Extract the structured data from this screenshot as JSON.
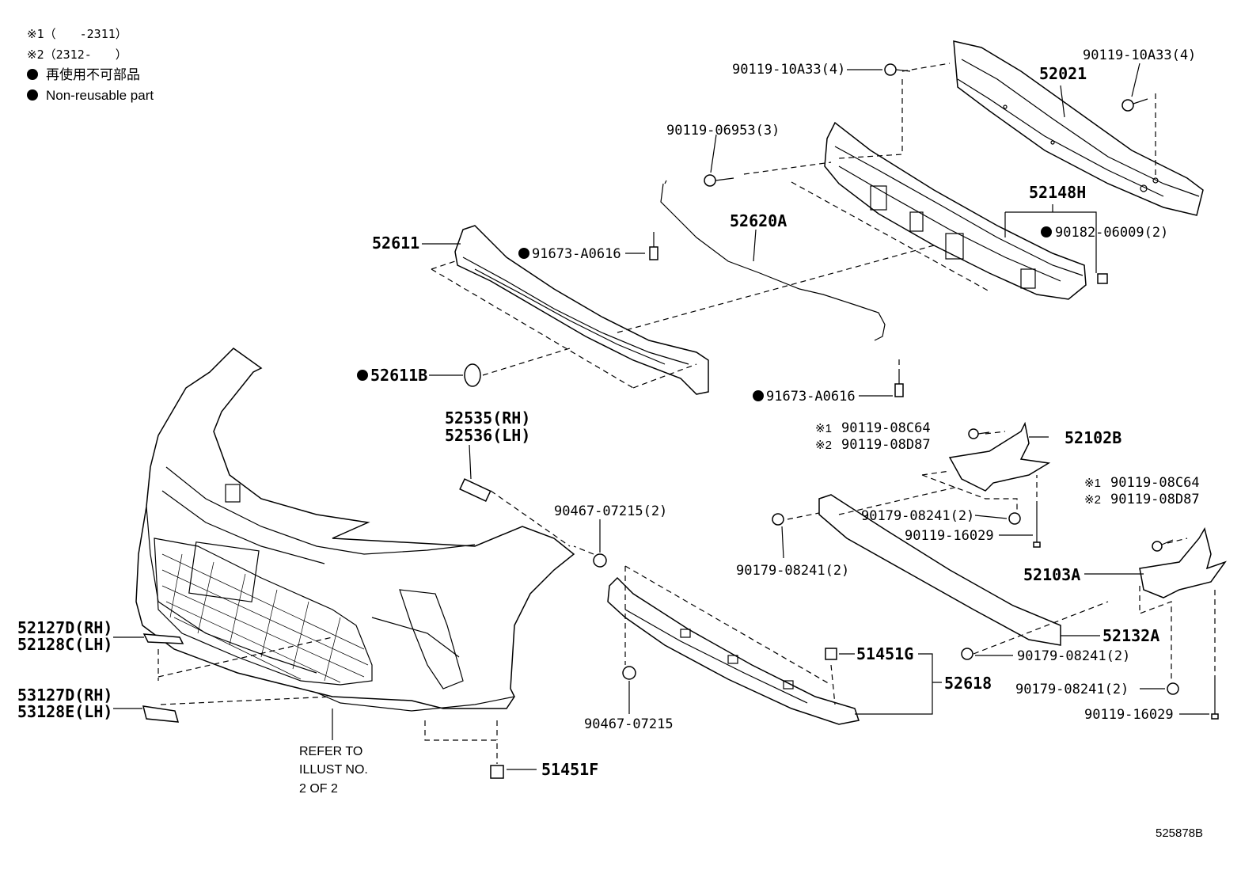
{
  "legend": {
    "note1": "※1（　　-2311）",
    "note2": "※2（2312-　　）",
    "nonreusable_jp": "再使用不可部品",
    "nonreusable_en": "Non-reusable part"
  },
  "labels": {
    "p90119_10A33_left": "90119-10A33(4)",
    "p90119_10A33_right": "90119-10A33(4)",
    "p52021": "52021",
    "p90119_06953": "90119-06953(3)",
    "p52148H": "52148H",
    "p90182_06009": "90182-06009(2)",
    "p52620A": "52620A",
    "p52611": "52611",
    "p91673_A0616_top": "91673-A0616",
    "p52611B": "52611B",
    "p91673_A0616_bottom": "91673-A0616",
    "p52535": "52535(RH)",
    "p52536": "52536(LH)",
    "p90119_08C64_a_mark": "※1",
    "p90119_08C64_a": "90119-08C64",
    "p90119_08D87_a_mark": "※2",
    "p90119_08D87_a": "90119-08D87",
    "p52102B": "52102B",
    "p90119_08C64_b_mark": "※1",
    "p90119_08C64_b": "90119-08C64",
    "p90119_08D87_b_mark": "※2",
    "p90119_08D87_b": "90119-08D87",
    "p90467_07215_2": "90467-07215(2)",
    "p90179_08241_a": "90179-08241(2)",
    "p90119_16029_a": "90119-16029",
    "p90179_08241_b": "90179-08241(2)",
    "p52103A": "52103A",
    "p52127D": "52127D(RH)",
    "p52128C": "52128C(LH)",
    "p52132A": "52132A",
    "p51451G": "51451G",
    "p90179_08241_c": "90179-08241(2)",
    "p52618": "52618",
    "p90179_08241_d": "90179-08241(2)",
    "p53127D": "53127D(RH)",
    "p53128E": "53128E(LH)",
    "p90467_07215": "90467-07215",
    "p90119_16029_b": "90119-16029",
    "p51451F": "51451F",
    "refer1": "REFER TO",
    "refer2": "ILLUST NO.",
    "refer3": "2 OF 2",
    "illust_id": "525878B"
  }
}
